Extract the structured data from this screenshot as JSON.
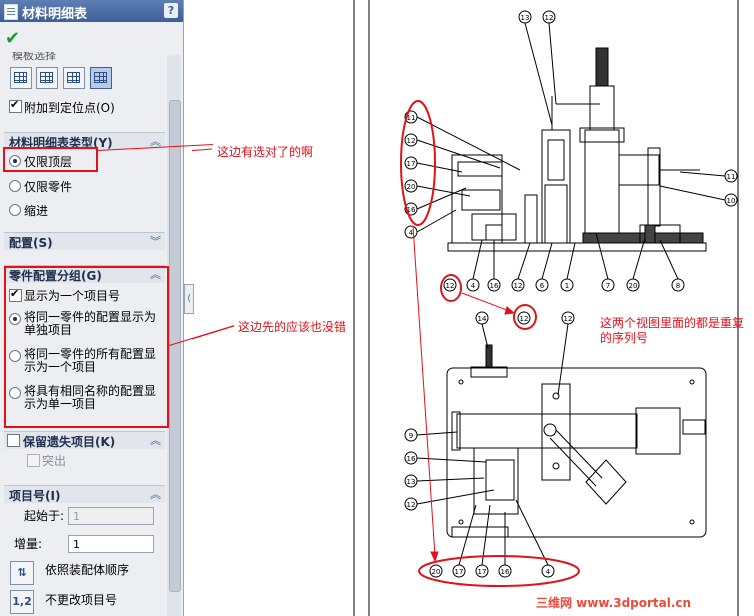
{
  "panel": {
    "title": "材料明细表",
    "help": "?",
    "ok": "✔",
    "cut_label": "模板选择",
    "attach_label": "附加到定位点(O)",
    "bom_type": {
      "title": "材料明细表类型(Y)",
      "options": [
        "仅限顶层",
        "仅限零件",
        "缩进"
      ],
      "selected": "仅限顶层"
    },
    "config": {
      "title": "配置(S)"
    },
    "part_config": {
      "title": "零件配置分组(G)",
      "checkbox": "显示为一个项目号",
      "options": [
        "将同一零件的配置显示为单独项目",
        "将同一零件的所有配置显示为一个项目",
        "将具有相同名称的配置显示为单一项目"
      ]
    },
    "keep_missing": {
      "title": "保留遗失项目(K)",
      "strike": "突出"
    },
    "item_no": {
      "title": "项目号(I)",
      "start_label": "起始于:",
      "start_value": "1",
      "inc_label": "增量:",
      "inc_value": "1",
      "order_label": "依照装配体顺序",
      "nochange_label": "不更改项目号",
      "nochange_icon": "1,2"
    }
  },
  "annotations": {
    "a1": "这边有选对了的啊",
    "a2": "这边先的应该也没错",
    "a3": "这两个视图里面的都是重复的序列号"
  },
  "balloons": {
    "top_left": [
      "11",
      "12",
      "17",
      "20",
      "16",
      "4"
    ],
    "top_mark": [
      "13",
      "12"
    ],
    "top_bottom": [
      "12",
      "4",
      "16",
      "12",
      "6",
      "1",
      "7",
      "20",
      "8"
    ],
    "top_right": [
      "11",
      "10"
    ],
    "mid": [
      "14",
      "12",
      "12"
    ],
    "bot_left": [
      "9",
      "16",
      "13",
      "12"
    ],
    "bot_bottom": [
      "20",
      "17",
      "17",
      "16",
      "4"
    ]
  },
  "watermark": "三维网 www.3dportal.cn",
  "colors": {
    "accent": "#e2121b",
    "panel_title": "#3e5f95",
    "check": "#1f9d2a"
  }
}
